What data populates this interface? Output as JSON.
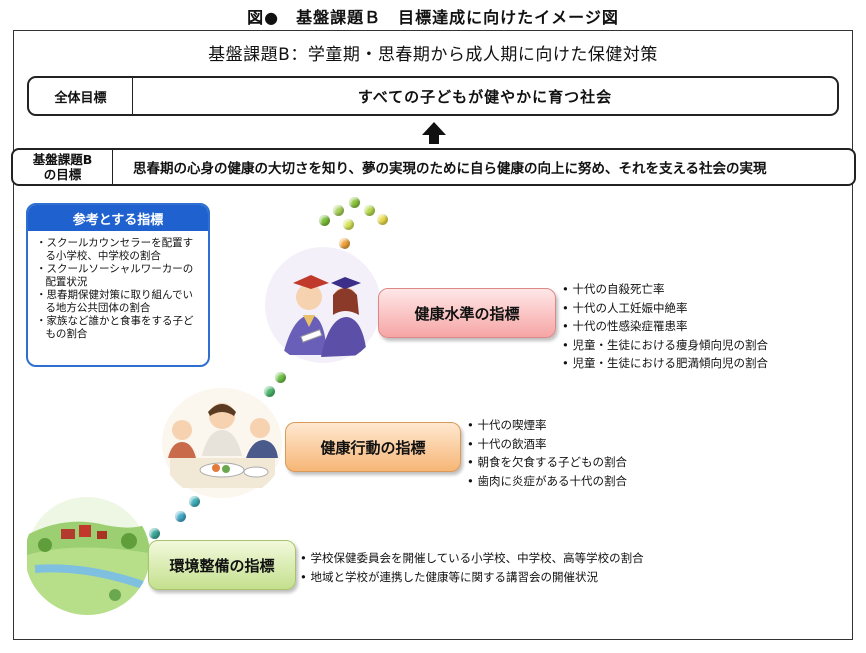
{
  "figure_title": "図●　基盤課題Ｂ　目標達成に向けたイメージ図",
  "subtitle": "基盤課題B：学童期・思春期から成人期に向けた保健対策",
  "overall_goal": {
    "tag": "全体目標",
    "text": "すべての子どもが健やかに育つ社会"
  },
  "b_goal": {
    "tag_line1": "基盤課題B",
    "tag_line2": "の目標",
    "text": "思春期の心身の健康の大切さを知り、夢の実現のために自ら健康の向上に努め、それを支える社会の実現"
  },
  "reference": {
    "header": "参考とする指標",
    "items": [
      "・スクールカウンセラーを配置する小学校、中学校の割合",
      "・スクールソーシャルワーカーの配置状況",
      "・思春期保健対策に取り組んでいる地方公共団体の割合",
      "・家族など誰かと食事をする子どもの割合"
    ]
  },
  "health_level": {
    "label": "健康水準の指標",
    "items": [
      "十代の自殺死亡率",
      "十代の人工妊娠中絶率",
      "十代の性感染症罹患率",
      "児童・生徒における痩身傾向児の割合",
      "児童・生徒における肥満傾向児の割合"
    ]
  },
  "health_behavior": {
    "label": "健康行動の指標",
    "items": [
      "十代の喫煙率",
      "十代の飲酒率",
      "朝食を欠食する子どもの割合",
      "歯肉に炎症がある十代の割合"
    ]
  },
  "environment": {
    "label": "環境整備の指標",
    "items": [
      "学校保健委員会を開催している小学校、中学校、高等学校の割合",
      "地域と学校が連携した健康等に関する講習会の開催状況"
    ]
  },
  "colors": {
    "ref_header": "#1f62cf",
    "health_pill": "#f6a5a5",
    "behavior_pill": "#f6b676",
    "environment_pill": "#c4e08e"
  }
}
